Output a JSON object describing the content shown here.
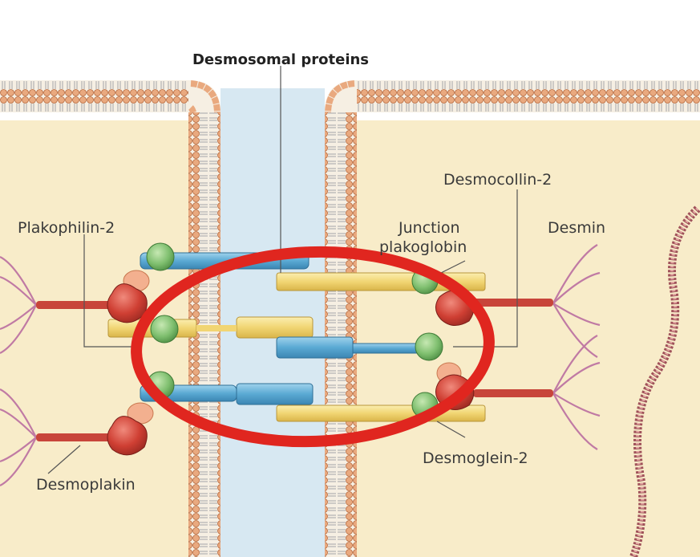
{
  "diagram": {
    "title": "Desmosomal proteins",
    "labels": {
      "plakophilin": "Plakophilin-2",
      "desmocollin": "Desmocollin-2",
      "junction_line1": "Junction",
      "junction_line2": "plakoglobin",
      "desmin": "Desmin",
      "desmoglein": "Desmoglein-2",
      "desmoplakin": "Desmoplakin"
    },
    "colors": {
      "cytoplasm": "#f8ecc9",
      "membrane_head": "#e9a97f",
      "membrane_tail": "#c8c8c8",
      "intercellular_space": "#d7e8f2",
      "cadherin_blue": "#62afd6",
      "cadherin_yellow": "#f2d978",
      "plakoglobin_green": "#7fbf6f",
      "desmoplakin_red": "#c8453a",
      "desmin_purple": "#c07aa4",
      "annotation_circle": "#e0261f"
    }
  }
}
